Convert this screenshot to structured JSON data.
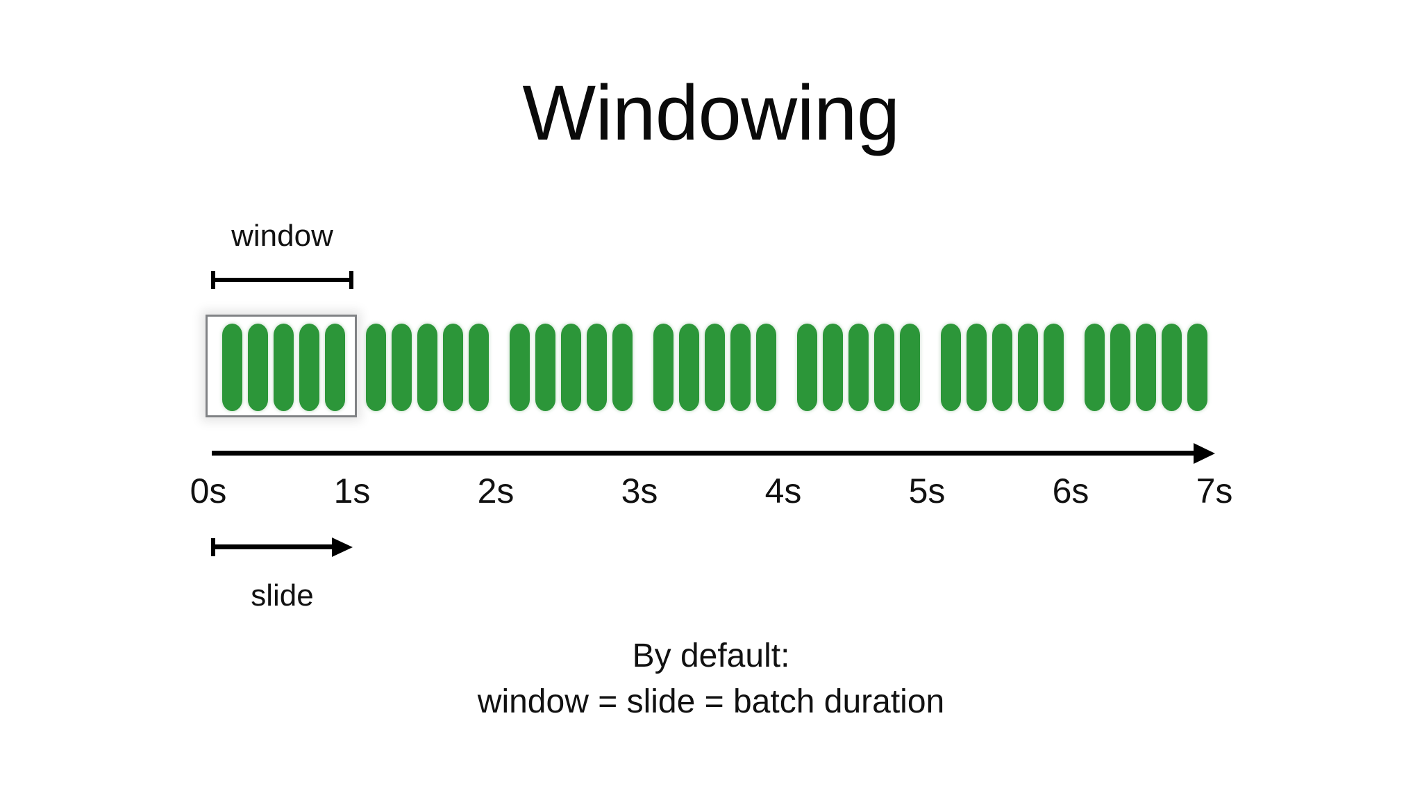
{
  "slide": {
    "title": "Windowing",
    "background_color": "#ffffff",
    "text_color": "#111111"
  },
  "window_annotation": {
    "label": "window",
    "bracket_name": "window-bracket"
  },
  "slide_annotation": {
    "label": "slide",
    "arrow_name": "slide-arrow"
  },
  "timeline": {
    "axis_name": "time-axis",
    "tick_labels": [
      "0s",
      "1s",
      "2s",
      "3s",
      "4s",
      "5s",
      "6s",
      "7s"
    ],
    "tick_x": [
      300,
      507,
      714,
      921,
      1128,
      1335,
      1542,
      1749
    ]
  },
  "batches": {
    "bar_color": "#2c9639",
    "group_count": 7,
    "bars_per_group": 5,
    "group_x": [
      320,
      527,
      734,
      941,
      1148,
      1355,
      1562
    ],
    "highlighted_group_index": 0
  },
  "caption": {
    "line1": "By default:",
    "line2": "window = slide = batch duration"
  }
}
